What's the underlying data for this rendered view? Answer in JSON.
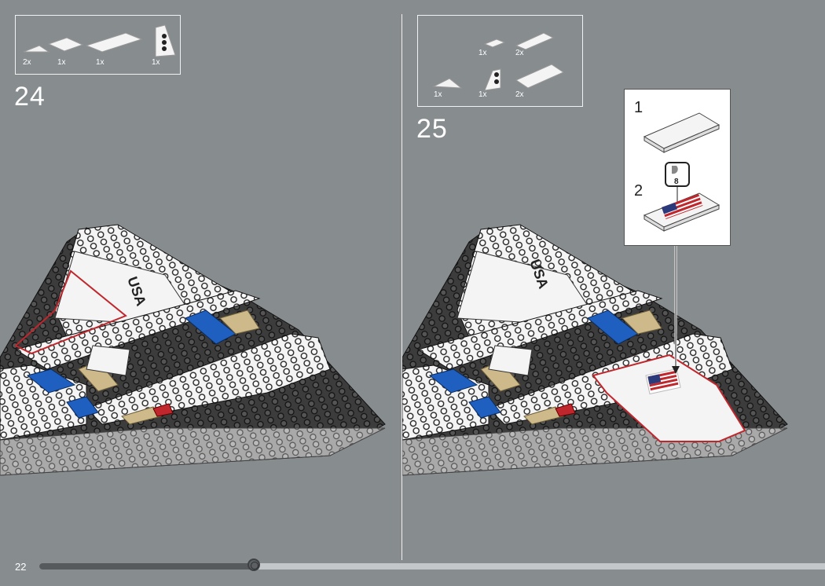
{
  "page_number": "22",
  "progress_fraction": 0.273,
  "steps": [
    {
      "number": "24",
      "parts": [
        {
          "part": "wedge-tile",
          "qty": "2x"
        },
        {
          "part": "tile-2x2",
          "qty": "1x"
        },
        {
          "part": "tile-2x4",
          "qty": "1x"
        },
        {
          "part": "wedge-plate",
          "qty": "1x"
        }
      ]
    },
    {
      "number": "25",
      "parts": [
        {
          "part": "tile-1x2",
          "qty": "1x"
        },
        {
          "part": "tile-1x4",
          "qty": "2x"
        },
        {
          "part": "wedge-tile",
          "qty": "1x"
        },
        {
          "part": "wedge-plate",
          "qty": "1x"
        },
        {
          "part": "tile-2x4",
          "qty": "2x"
        }
      ],
      "callout": {
        "sub_step_1": "1",
        "sub_step_2": "2",
        "sticker_number": "8"
      }
    }
  ],
  "model_label": "USA",
  "colors": {
    "background": "#878c8f",
    "highlight": "#c0272d",
    "blue": "#1f5fbf",
    "tan": "#cdb98a"
  }
}
